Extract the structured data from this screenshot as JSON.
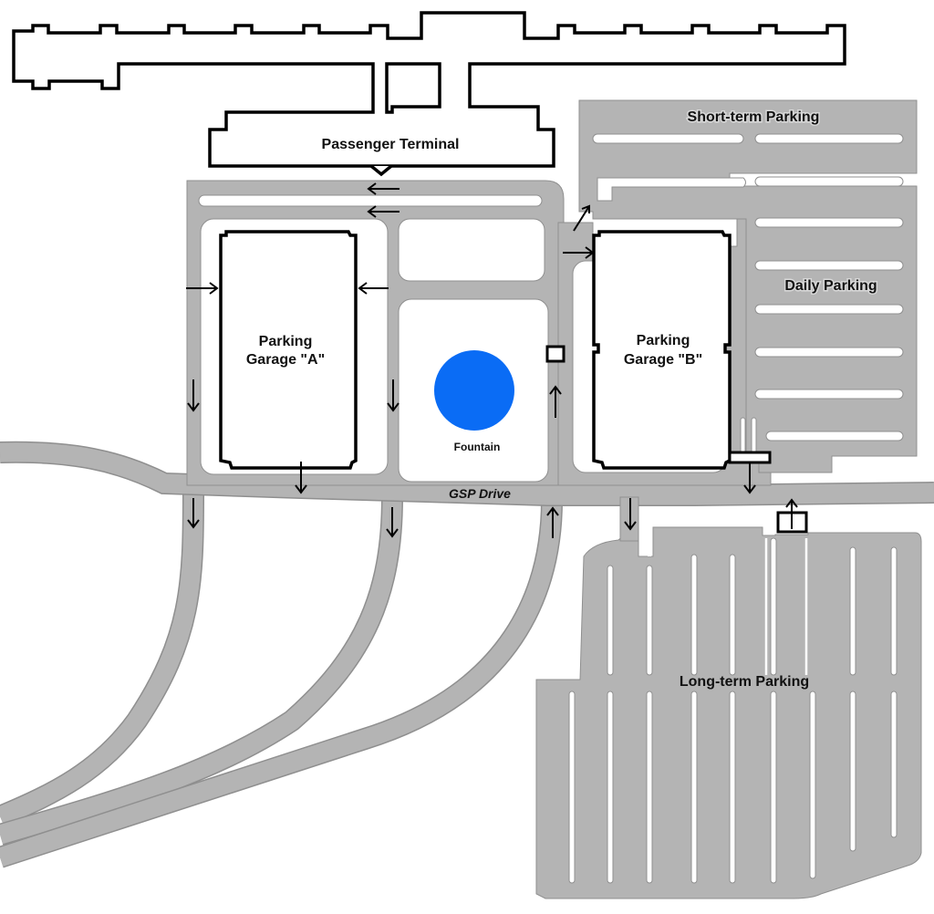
{
  "map": {
    "title": "GSP Airport Parking Map",
    "colors": {
      "road_fill": "#b4b4b4",
      "road_edge": "#8f8f8f",
      "building_outline": "#000000",
      "fountain": "#0a6cf5",
      "background": "#ffffff"
    },
    "labels": {
      "passenger_terminal": "Passenger Terminal",
      "short_term_parking": "Short-term Parking",
      "daily_parking": "Daily Parking",
      "garage_a_line1": "Parking",
      "garage_a_line2": "Garage \"A\"",
      "garage_b_line1": "Parking",
      "garage_b_line2": "Garage \"B\"",
      "fountain": "Fountain",
      "gsp_drive": "GSP Drive",
      "long_term_parking": "Long-term Parking"
    },
    "features": [
      {
        "id": "passenger-terminal",
        "type": "building",
        "label_key": "passenger_terminal"
      },
      {
        "id": "parking-garage-a",
        "type": "parking-garage",
        "label_key": "garage_a"
      },
      {
        "id": "parking-garage-b",
        "type": "parking-garage",
        "label_key": "garage_b"
      },
      {
        "id": "fountain",
        "type": "landmark",
        "label_key": "fountain"
      },
      {
        "id": "short-term-parking",
        "type": "parking-lot",
        "label_key": "short_term_parking"
      },
      {
        "id": "daily-parking",
        "type": "parking-lot",
        "label_key": "daily_parking"
      },
      {
        "id": "long-term-parking",
        "type": "parking-lot",
        "label_key": "long_term_parking"
      },
      {
        "id": "gsp-drive",
        "type": "road",
        "label_key": "gsp_drive"
      }
    ],
    "traffic_arrows": [
      {
        "location": "terminal-loop-upper",
        "direction": "left"
      },
      {
        "location": "terminal-loop-lower",
        "direction": "left"
      },
      {
        "location": "garage-a-west-entrance",
        "direction": "right"
      },
      {
        "location": "garage-a-east-entrance",
        "direction": "left"
      },
      {
        "location": "west-connector",
        "direction": "down"
      },
      {
        "location": "center-connector",
        "direction": "down"
      },
      {
        "location": "fountain-east-road",
        "direction": "up"
      },
      {
        "location": "short-term-entry",
        "direction": "up-right"
      },
      {
        "location": "garage-b-entrance",
        "direction": "right"
      },
      {
        "location": "garage-a-exit",
        "direction": "down"
      },
      {
        "location": "ramp-west",
        "direction": "down"
      },
      {
        "location": "ramp-center",
        "direction": "down"
      },
      {
        "location": "ramp-east",
        "direction": "up"
      },
      {
        "location": "long-term-entry",
        "direction": "down"
      },
      {
        "location": "daily-exit",
        "direction": "down"
      },
      {
        "location": "long-term-exit",
        "direction": "up"
      }
    ],
    "toll_booths": [
      {
        "location": "fountain-east-road"
      },
      {
        "location": "daily-parking-exit"
      },
      {
        "location": "long-term-parking-exit"
      }
    ]
  }
}
